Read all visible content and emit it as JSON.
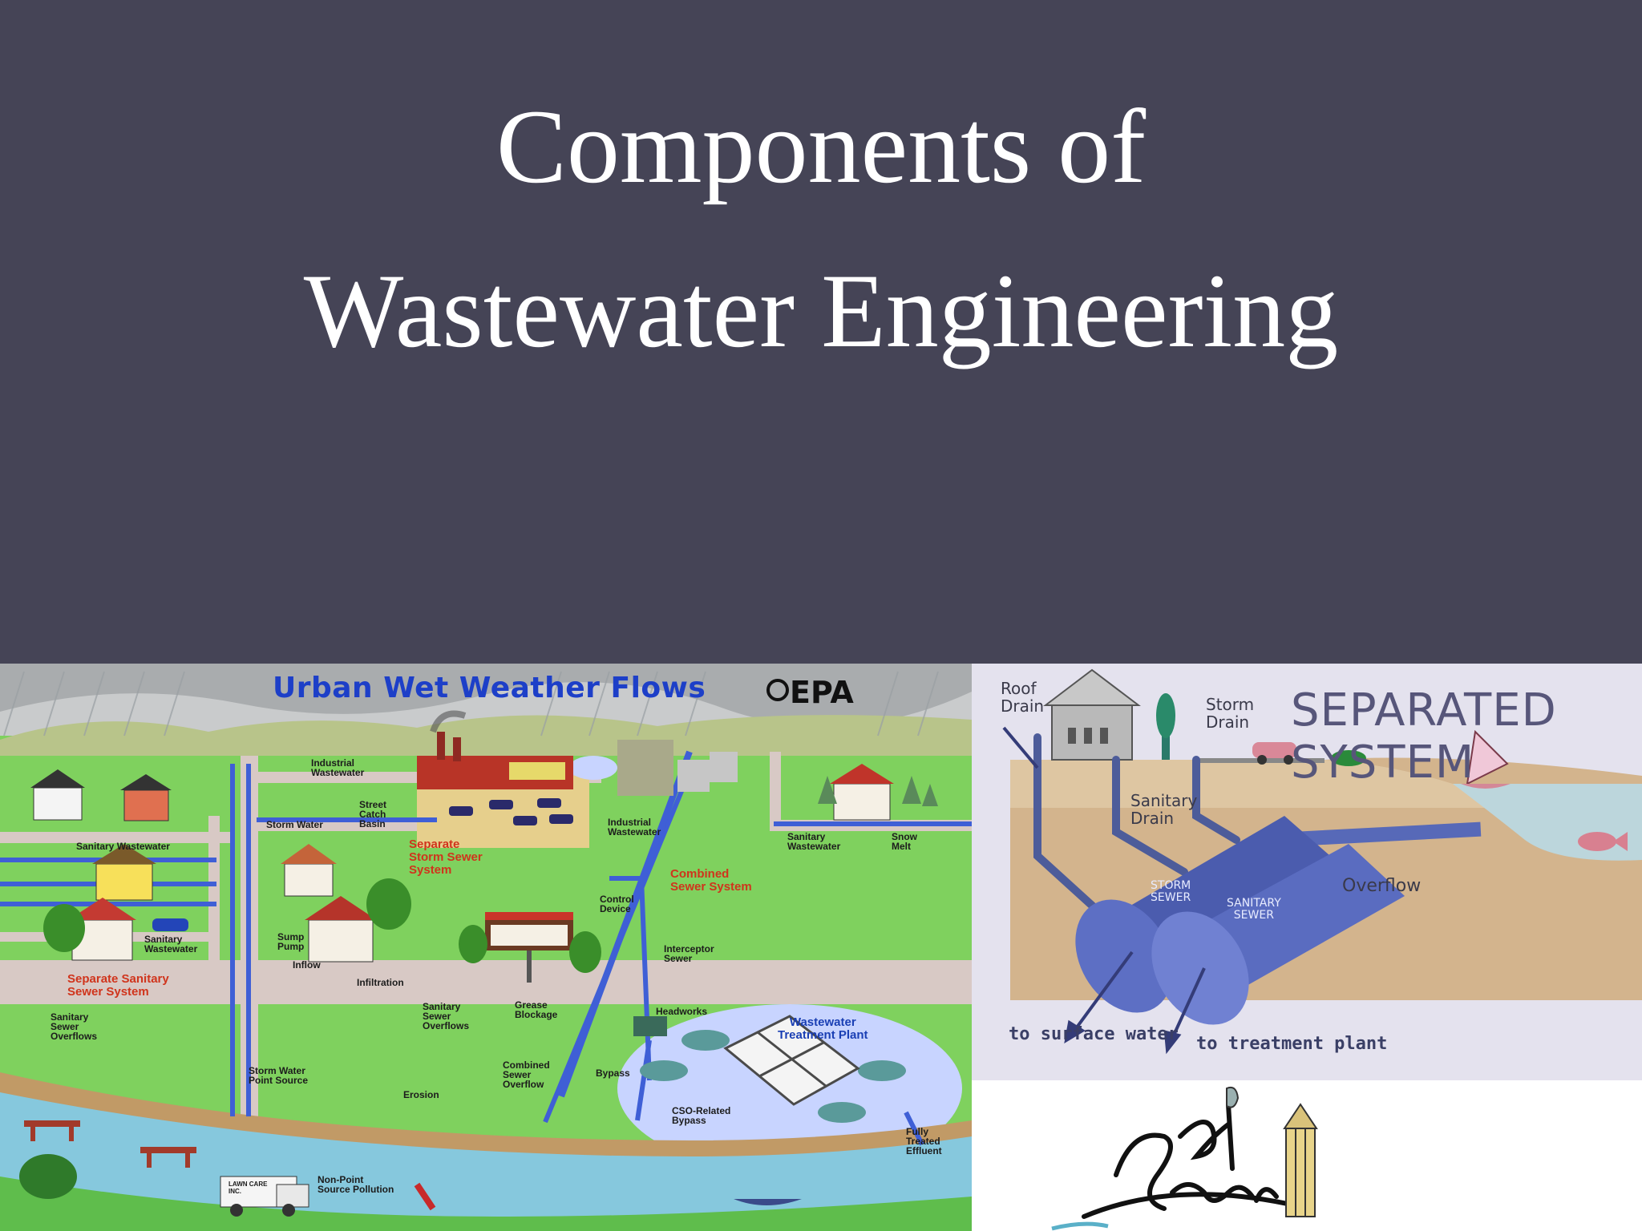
{
  "slide": {
    "title_line1": "Components of",
    "title_line2": "Wastewater Engineering"
  },
  "urban_diagram": {
    "heading": "Urban Wet Weather Flows",
    "agency": "EPA",
    "labels": {
      "industrial_wastewater_1": "Industrial\nWastewater",
      "street_catch_basin": "Street\nCatch\nBasin",
      "storm_water": "Storm Water",
      "sanitary_wastewater_top": "Sanitary Wastewater",
      "separate_storm_sewer": "Separate\nStorm Sewer\nSystem",
      "industrial_wastewater_2": "Industrial\nWastewater",
      "sanitary_wastewater_right": "Sanitary\nWastewater",
      "snow_melt": "Snow\nMelt",
      "combined_sewer_system": "Combined\nSewer System",
      "control_device": "Control\nDevice",
      "sump_pump": "Sump\nPump",
      "inflow": "Inflow",
      "sanitary_wastewater_left": "Sanitary\nWastewater",
      "separate_sanitary_sewer": "Separate Sanitary\nSewer System",
      "interceptor_sewer": "Interceptor\nSewer",
      "infiltration": "Infiltration",
      "sanitary_sewer_overflows_1": "Sanitary\nSewer\nOverflows",
      "grease_blockage": "Grease\nBlockage",
      "headworks": "Headworks",
      "treatment_plant": "Wastewater\nTreatment Plant",
      "sanitary_sewer_overflows_2": "Sanitary\nSewer\nOverflows",
      "storm_water_point_source": "Storm Water\nPoint Source",
      "combined_sewer_overflow": "Combined\nSewer\nOverflow",
      "bypass": "Bypass",
      "erosion": "Erosion",
      "cso_related_bypass": "CSO-Related\nBypass",
      "fully_treated_effluent": "Fully\nTreated\nEffluent",
      "non_point_source": "Non-Point\nSource Pollution",
      "truck_sign": "LAWN CARE\nINC."
    }
  },
  "separated_diagram": {
    "heading": "SEPARATED SYSTEM",
    "roof_drain": "Roof\nDrain",
    "storm_drain": "Storm\nDrain",
    "sanitary_drain": "Sanitary\nDrain",
    "storm_sewer": "STORM\nSEWER",
    "sanitary_sewer": "SANITARY\nSEWER",
    "overflow": "Overflow",
    "to_surface_water": "to surface water",
    "to_treatment_plant": "to treatment plant"
  },
  "colors": {
    "background": "#454456",
    "title_text": "#ffffff",
    "pipe_blue": "#3f5fd6",
    "grass": "#7fd15e"
  }
}
